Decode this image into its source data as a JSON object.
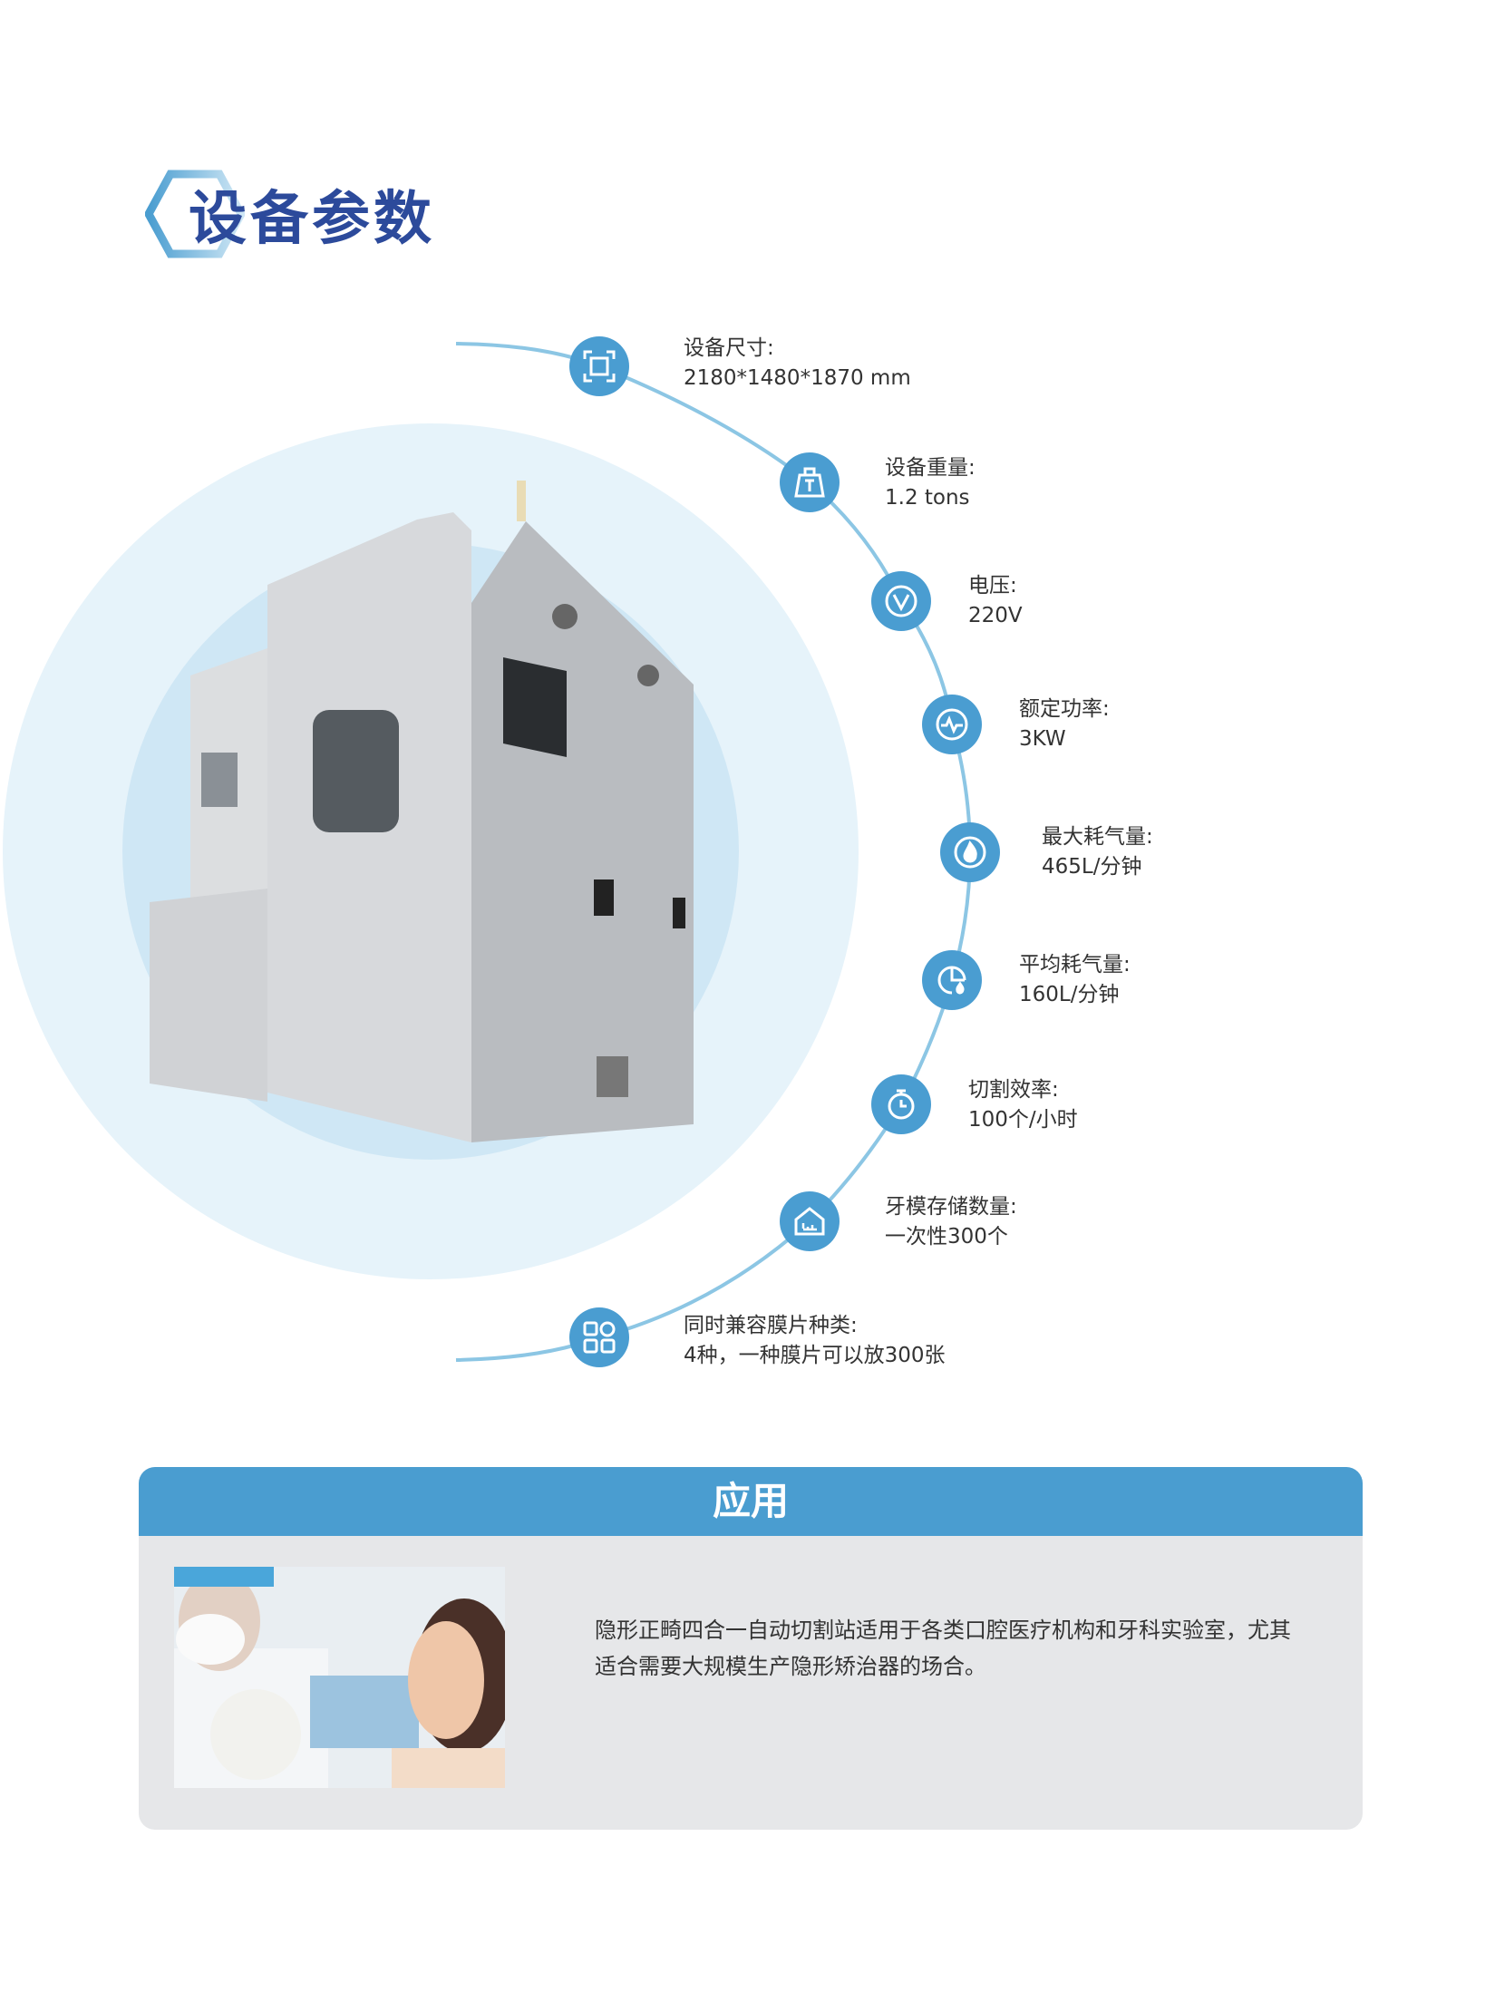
{
  "header": {
    "title": "设备参数"
  },
  "specs": [
    {
      "icon": "frame-icon",
      "label": "设备尺寸:",
      "value": "2180*1480*1870 mm"
    },
    {
      "icon": "weight-icon",
      "label": "设备重量:",
      "value": "1.2 tons"
    },
    {
      "icon": "voltage-icon",
      "label": "电压:",
      "value": "220V"
    },
    {
      "icon": "pulse-icon",
      "label": "额定功率:",
      "value": "3KW"
    },
    {
      "icon": "flame-icon",
      "label": "最大耗气量:",
      "value": "465L/分钟"
    },
    {
      "icon": "gauge-flame-icon",
      "label": "平均耗气量:",
      "value": "160L/分钟"
    },
    {
      "icon": "timer-icon",
      "label": "切割效率:",
      "value": "100个/小时"
    },
    {
      "icon": "storage-icon",
      "label": "牙模存储数量:",
      "value": "一次性300个"
    },
    {
      "icon": "grid-icon",
      "label": "同时兼容膜片种类:",
      "value": "4种，一种膜片可以放300张"
    }
  ],
  "application": {
    "title": "应用",
    "text": "隐形正畸四合一自动切割站适用于各类口腔医疗机构和牙科实验室，尤其适合需要大规模生产隐形矫治器的场合。"
  },
  "colors": {
    "accent": "#4a9dd0",
    "title": "#2c4a9b",
    "panel": "#e6e7e9"
  }
}
